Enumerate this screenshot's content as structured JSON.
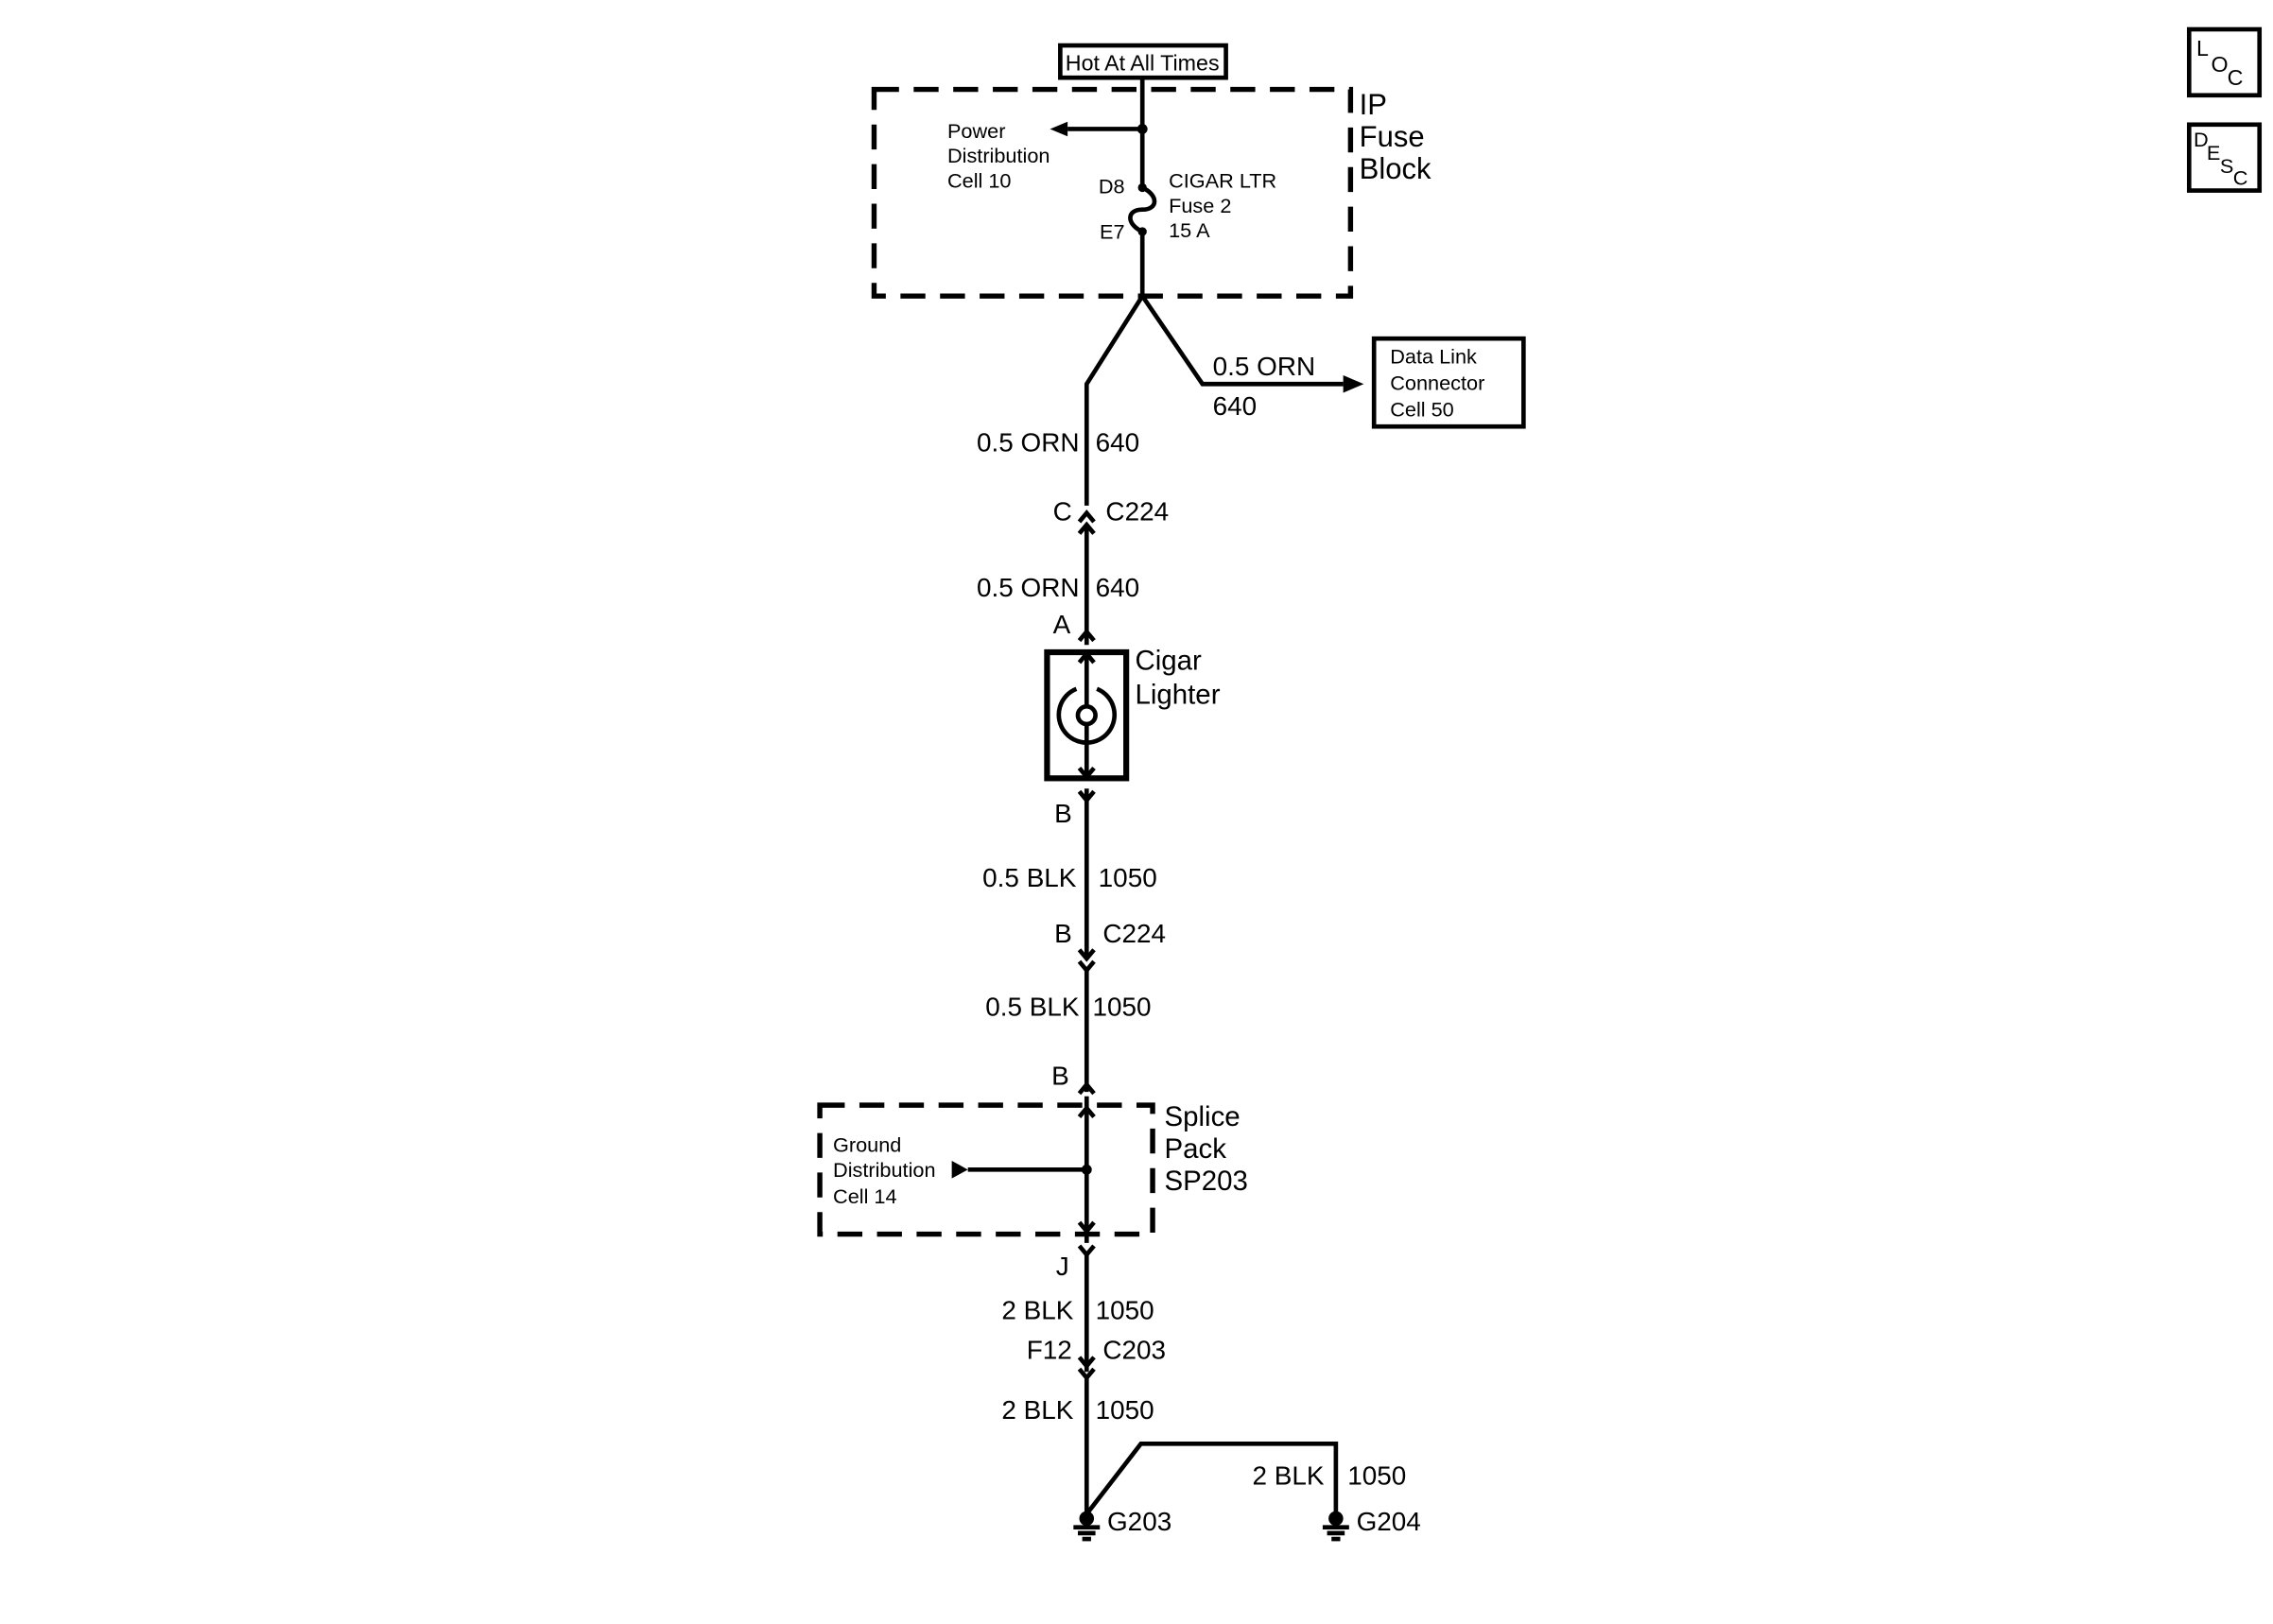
{
  "header": {
    "hot_label": "Hot At All Times"
  },
  "nav_buttons": {
    "loc": [
      "L",
      "O",
      "C"
    ],
    "desc": [
      "D",
      "E",
      "S",
      "C"
    ]
  },
  "fuse_block": {
    "name_lines": [
      "IP",
      "Fuse",
      "Block"
    ],
    "power_dist_lines": [
      "Power",
      "Distribution",
      "Cell 10"
    ],
    "fuse_lines": [
      "CIGAR LTR",
      "Fuse 2",
      "15 A"
    ],
    "pin_in": "D8",
    "pin_out": "E7"
  },
  "dlc_branch": {
    "wire_color": "0.5 ORN",
    "circuit": "640",
    "box_lines": [
      "Data Link",
      "Connector",
      "Cell 50"
    ]
  },
  "wire_upper_1": {
    "color": "0.5 ORN",
    "circuit": "640"
  },
  "connector_c224_top": {
    "pin": "C",
    "name": "C224"
  },
  "wire_upper_2": {
    "color": "0.5 ORN",
    "circuit": "640"
  },
  "cigar_lighter": {
    "pin_a": "A",
    "pin_b": "B",
    "name_lines": [
      "Cigar",
      "Lighter"
    ]
  },
  "wire_mid_1": {
    "color": "0.5 BLK",
    "circuit": "1050"
  },
  "connector_c224_bottom": {
    "pin": "B",
    "name": "C224"
  },
  "wire_mid_2": {
    "color": "0.5 BLK",
    "circuit": "1050"
  },
  "splice_pack": {
    "pin_in": "B",
    "pin_out": "J",
    "name_lines": [
      "Splice",
      "Pack",
      "SP203"
    ],
    "ground_dist_lines": [
      "Ground",
      "Distribution",
      "Cell 14"
    ]
  },
  "wire_low_1": {
    "color": "2 BLK",
    "circuit": "1050"
  },
  "connector_c203": {
    "pin": "F12",
    "name": "C203"
  },
  "wire_low_2": {
    "color": "2 BLK",
    "circuit": "1050"
  },
  "wire_ground_branch": {
    "color": "2 BLK",
    "circuit": "1050"
  },
  "grounds": {
    "g203": "G203",
    "g204": "G204"
  }
}
